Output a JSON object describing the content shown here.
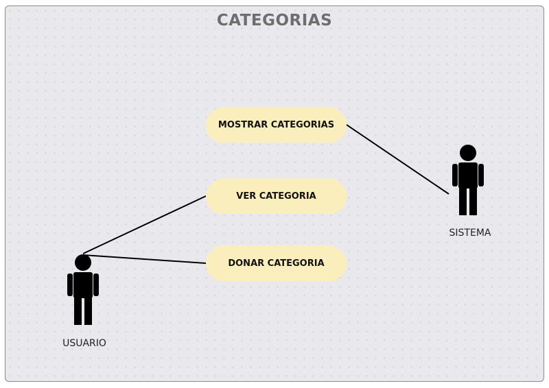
{
  "diagram": {
    "title": "CATEGORIAS",
    "use_cases": [
      {
        "id": "mostrar",
        "label": "MOSTRAR CATEGORIAS"
      },
      {
        "id": "ver",
        "label": "VER CATEGORIA"
      },
      {
        "id": "donar",
        "label": "DONAR CATEGORIA"
      }
    ],
    "actors": [
      {
        "id": "sistema",
        "label": "SISTEMA"
      },
      {
        "id": "usuario",
        "label": "USUARIO"
      }
    ],
    "associations": [
      {
        "from": "sistema",
        "to": "mostrar"
      },
      {
        "from": "usuario",
        "to": "ver"
      },
      {
        "from": "usuario",
        "to": "donar"
      }
    ]
  },
  "colors": {
    "use_case_fill": "#fbeebd",
    "background": "#e9e9ed",
    "title": "#6e6e6e",
    "actor": "#000000"
  }
}
